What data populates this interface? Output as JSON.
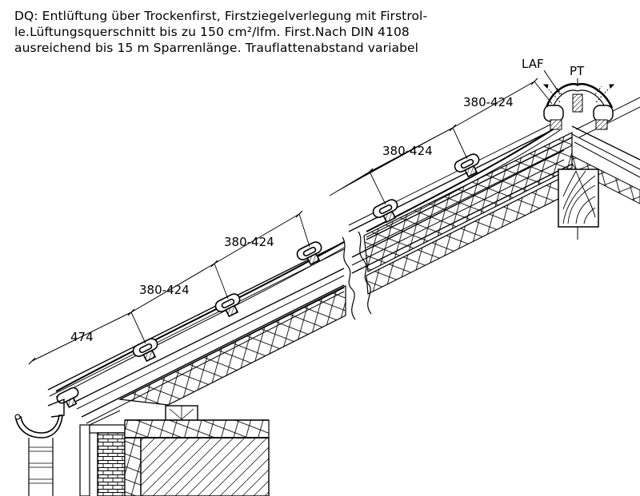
{
  "caption": {
    "line1": "DQ: Entlüftung über Trockenfirst, Firstziegelverlegung mit Firstrol-",
    "line2": "le.Lüftungsquerschnitt bis zu 150 cm²/lfm. First.Nach DIN 4108",
    "line3": "ausreichend bis 15 m Sparrenlänge. Trauflattenabstand variabel"
  },
  "labels": {
    "laf": "LAF",
    "pt": "PT"
  },
  "dimensions": [
    {
      "id": "eaves",
      "value": "474"
    },
    {
      "id": "batten-1",
      "value": "380-424"
    },
    {
      "id": "batten-2",
      "value": "380-424"
    },
    {
      "id": "batten-3",
      "value": "380-424"
    },
    {
      "id": "batten-4",
      "value": "380-424"
    }
  ],
  "colors": {
    "line": "#000000",
    "paper": "#ffffff",
    "hatch": "#000000"
  }
}
